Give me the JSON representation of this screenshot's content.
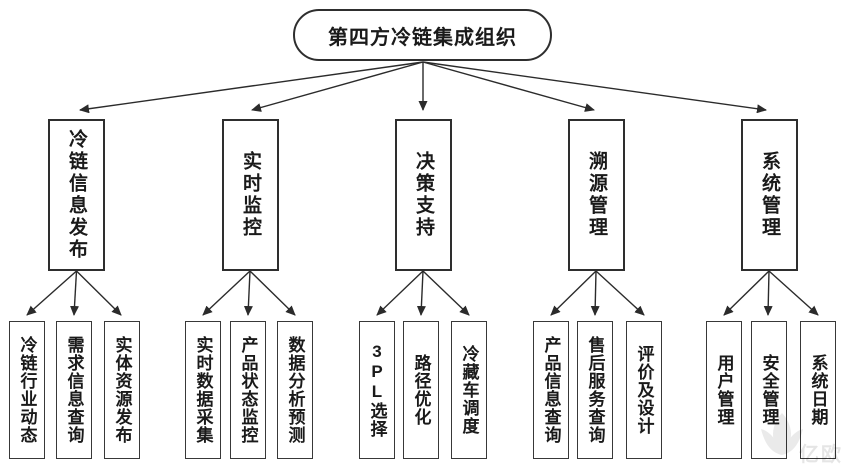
{
  "chart": {
    "type": "tree-diagram",
    "root": "第四方冷链集成组织",
    "branches": [
      {
        "label": "冷链信息发布",
        "children": [
          "冷链行业动态",
          "需求信息查询",
          "实体资源发布"
        ]
      },
      {
        "label": "实时监控",
        "children": [
          "实时数据采集",
          "产品状态监控",
          "数据分析预测"
        ]
      },
      {
        "label": "决策支持",
        "children": [
          "3PL选择",
          "路径优化",
          "冷藏车调度"
        ]
      },
      {
        "label": "溯源管理",
        "children": [
          "产品信息查询",
          "售后服务查询",
          "评价及设计"
        ]
      },
      {
        "label": "系统管理",
        "children": [
          "用户管理",
          "安全管理",
          "系统日期"
        ]
      }
    ],
    "line_color": "#2b2b2b",
    "box_border_color": "#2e2e2e",
    "text_color": "#1a1a1a",
    "background_color": "#ffffff",
    "watermark": "亿欧"
  }
}
